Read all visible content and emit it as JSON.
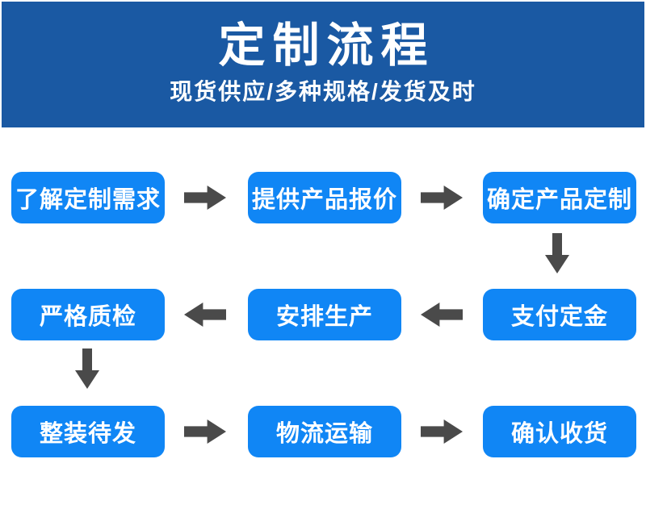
{
  "colors": {
    "banner_bg": "#1a59a3",
    "box_bg": "#1086f5",
    "arrow": "#4a4a4a",
    "text_on_blue": "#ffffff"
  },
  "header": {
    "title": "定制流程",
    "subtitle": "现货供应/多种规格/发货及时"
  },
  "flow": {
    "rows": [
      {
        "direction": "right",
        "steps": [
          {
            "label": "了解定制需求"
          },
          {
            "label": "提供产品报价"
          },
          {
            "label": "确定产品定制"
          }
        ]
      },
      {
        "direction": "left",
        "steps": [
          {
            "label": "严格质检"
          },
          {
            "label": "安排生产"
          },
          {
            "label": "支付定金"
          }
        ]
      },
      {
        "direction": "right",
        "steps": [
          {
            "label": "整装待发"
          },
          {
            "label": "物流运输"
          },
          {
            "label": "确认收货"
          }
        ]
      }
    ],
    "sequence": [
      "了解定制需求",
      "提供产品报价",
      "确定产品定制",
      "支付定金",
      "安排生产",
      "严格质检",
      "整装待发",
      "物流运输",
      "确认收货"
    ]
  }
}
